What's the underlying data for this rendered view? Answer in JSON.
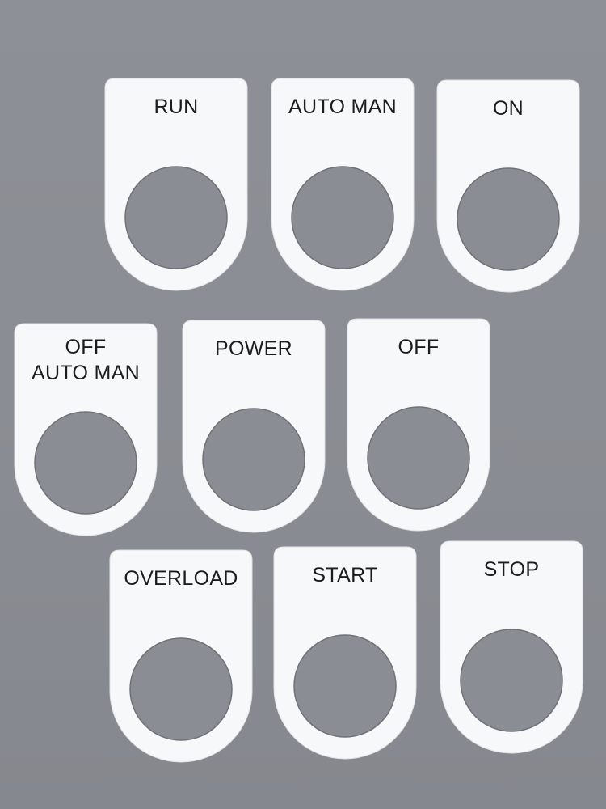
{
  "colors": {
    "background": "#8a8d93",
    "plate": "#f7f8fa",
    "text": "#1c1c1c"
  },
  "plates": [
    {
      "line1": "RUN",
      "line2": ""
    },
    {
      "line1": "AUTO MAN",
      "line2": ""
    },
    {
      "line1": "ON",
      "line2": ""
    },
    {
      "line1": "OFF",
      "line2": "AUTO MAN"
    },
    {
      "line1": "POWER",
      "line2": ""
    },
    {
      "line1": "OFF",
      "line2": ""
    },
    {
      "line1": "OVERLOAD",
      "line2": ""
    },
    {
      "line1": "START",
      "line2": ""
    },
    {
      "line1": "STOP",
      "line2": ""
    }
  ]
}
